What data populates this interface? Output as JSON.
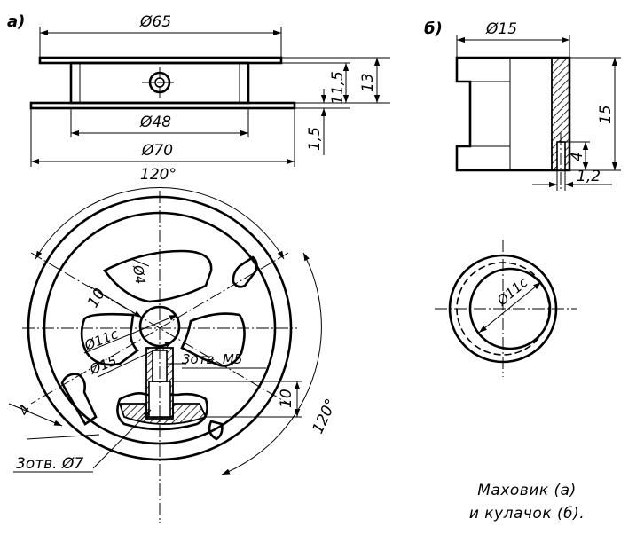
{
  "panels": {
    "a": "а)",
    "b": "б)"
  },
  "dims": {
    "d65": "Ø65",
    "d48": "Ø48",
    "d70": "Ø70",
    "h115": "11,5",
    "h13": "13",
    "h15": "1,5",
    "angle_top": "120°",
    "d4": "Ø4",
    "r10": "10",
    "d11c": "Ø11с",
    "d15": "Ø15",
    "holes_m5": "3отв. М5",
    "depth10": "10",
    "angle_right": "120°",
    "w4": "4",
    "holes_d7": "3отв. Ø7",
    "cam_d15": "Ø15",
    "cam_h15": "15",
    "cam_h4": "4",
    "cam_w12": "1,2",
    "cam_d11c": "Ø11с"
  },
  "caption": {
    "line1": "Маховик (а)",
    "line2": "и кулачок (б)."
  }
}
